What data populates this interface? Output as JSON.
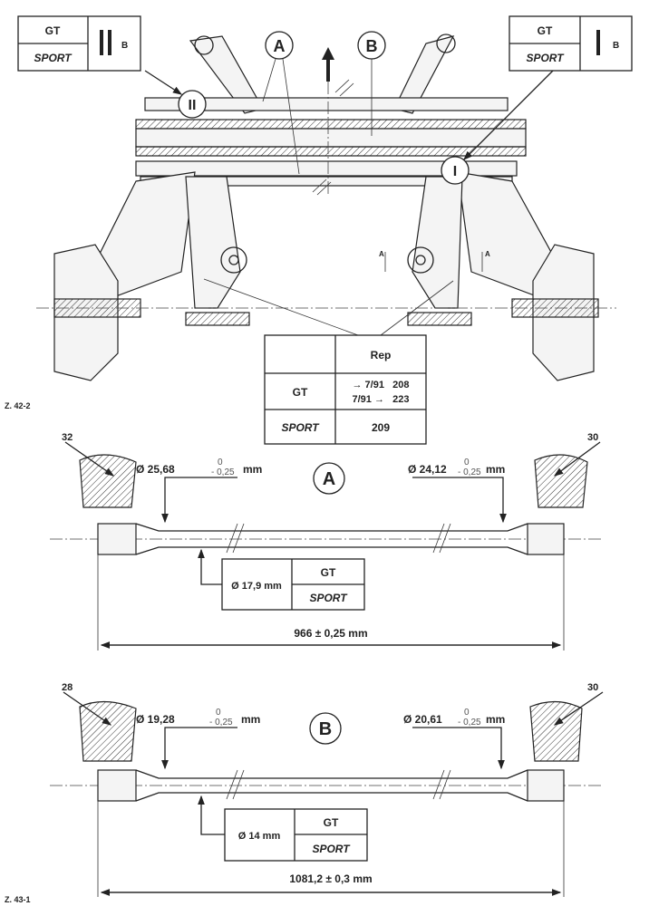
{
  "top_figure": {
    "label": "Z. 42-2",
    "left_box": {
      "row1": "GT",
      "row2": "SPORT",
      "mark": "II",
      "suffix": "B"
    },
    "right_box": {
      "row1": "GT",
      "row2": "SPORT",
      "mark": "I",
      "suffix": "B"
    },
    "callouts": {
      "a": "A",
      "b": "B",
      "ii": "II",
      "i": "I",
      "section_left": "A",
      "section_right": "A"
    },
    "rep_table": {
      "header": "Rep",
      "rows": [
        {
          "name": "GT",
          "line1": "→ 7/91   208",
          "line2": "7/91 →   223"
        },
        {
          "name": "SPORT",
          "value": "209"
        }
      ]
    }
  },
  "bar_a": {
    "label": "A",
    "left_teeth": "32",
    "right_teeth": "30",
    "left_diameter": "Ø 25,68",
    "right_diameter": "Ø 24,12",
    "tol_upper": "0",
    "tol_lower": "- 0,25",
    "unit": "mm",
    "mid_diameter": "Ø 17,9 mm",
    "variant1": "GT",
    "variant2": "SPORT",
    "length": "966 ± 0,25 mm"
  },
  "bar_b": {
    "label": "B",
    "left_teeth": "28",
    "right_teeth": "30",
    "left_diameter": "Ø 19,28",
    "right_diameter": "Ø 20,61",
    "tol_upper": "0",
    "tol_lower": "- 0,25",
    "unit": "mm",
    "mid_diameter": "Ø 14 mm",
    "variant1": "GT",
    "variant2": "SPORT",
    "length": "1081,2 ± 0,3 mm"
  },
  "bottom_label": "Z. 43-1"
}
